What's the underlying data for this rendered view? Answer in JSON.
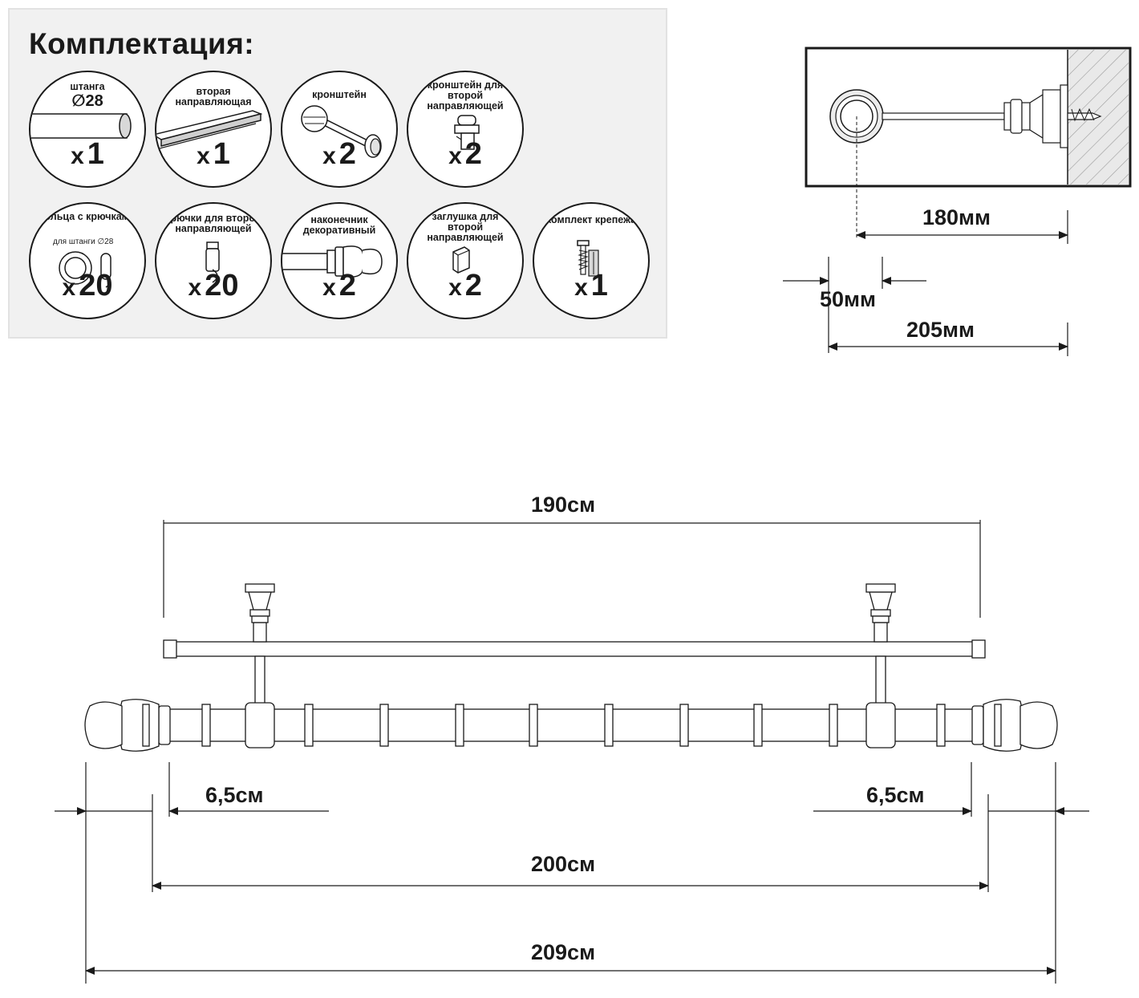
{
  "kit": {
    "title": "Комплектация:",
    "items": [
      {
        "label": "штанга",
        "extra": "∅28",
        "qty_x": "x",
        "qty_n": "1"
      },
      {
        "label": "вторая направляющая",
        "qty_x": "x",
        "qty_n": "1"
      },
      {
        "label": "кронштейн",
        "qty_x": "x",
        "qty_n": "2"
      },
      {
        "label": "кронштейн для второй направляющей",
        "qty_x": "x",
        "qty_n": "2"
      },
      {
        "label": "кольца с крючками",
        "sub": "для штанги ∅28",
        "qty_x": "x",
        "qty_n": "20"
      },
      {
        "label": "крючки для второй направляющей",
        "qty_x": "x",
        "qty_n": "20"
      },
      {
        "label": "наконечник декоративный",
        "qty_x": "x",
        "qty_n": "2"
      },
      {
        "label": "заглушка для второй направляющей",
        "qty_x": "x",
        "qty_n": "2"
      },
      {
        "label": "комплект крепежа",
        "qty_x": "x",
        "qty_n": "1"
      }
    ]
  },
  "bracket_dims": {
    "d180": "180мм",
    "d50": "50мм",
    "d205": "205мм"
  },
  "rod_dims": {
    "d190": "190см",
    "d65_left": "6,5см",
    "d65_right": "6,5см",
    "d200": "200см",
    "d209": "209см"
  }
}
